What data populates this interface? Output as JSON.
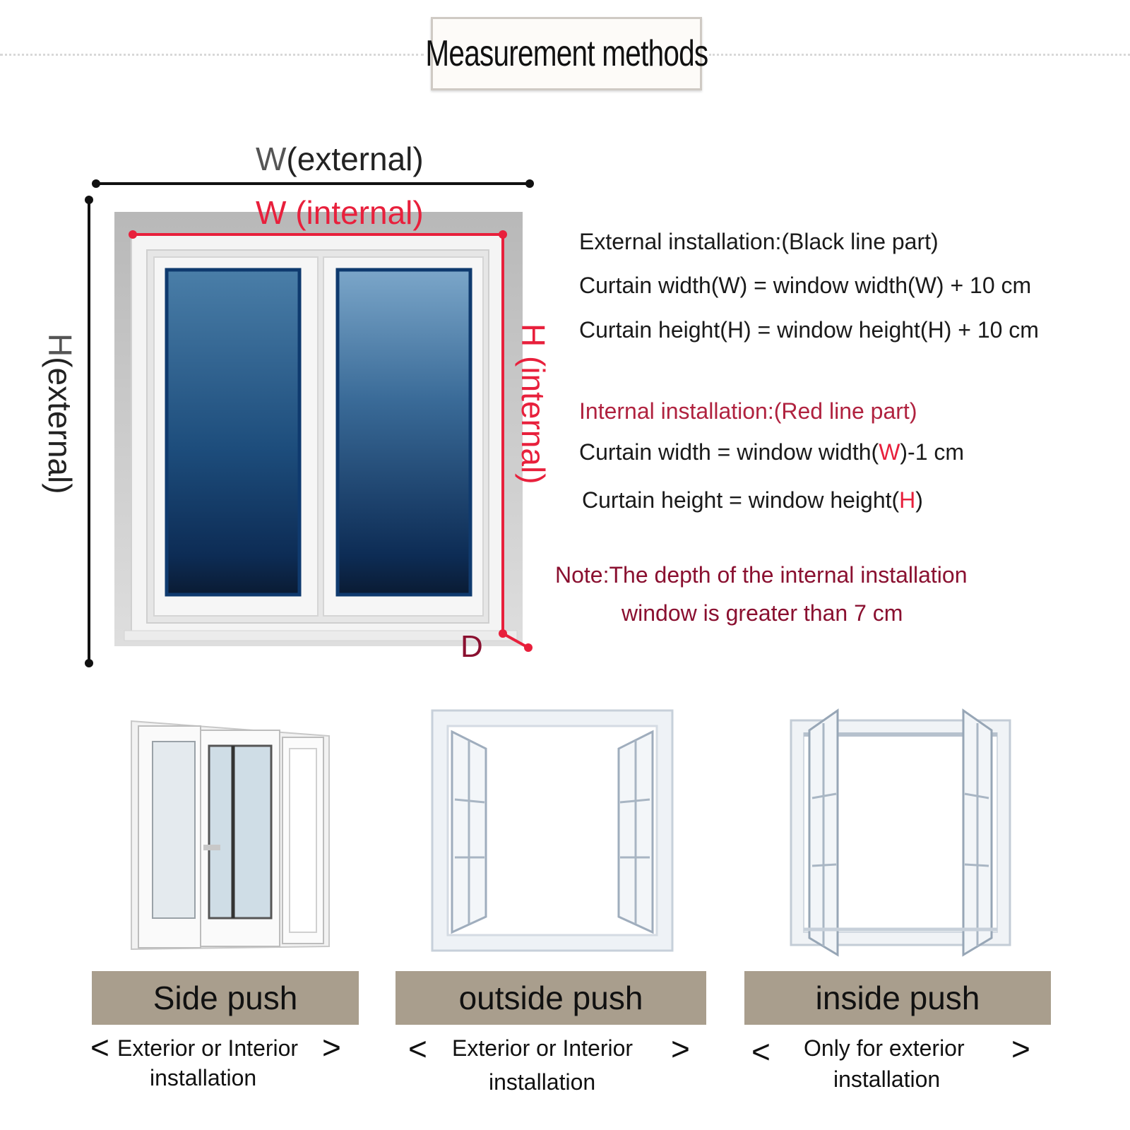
{
  "title": "Measurement methods",
  "diagram": {
    "w_external_prefix": "W",
    "w_external_suffix": "(external)",
    "w_internal": "W (internal)",
    "h_external_prefix": "H",
    "h_external_suffix": "(external)",
    "h_internal": "H (internal)",
    "d_label": "D"
  },
  "external": {
    "heading": "External installation:(Black line part)",
    "width_rule": "Curtain width(W) = window width(W) + 10 cm",
    "height_rule": "Curtain height(H) = window height(H) + 10 cm"
  },
  "internal": {
    "heading": "Internal installation:(Red line part)",
    "width_prefix": "Curtain width = window width(",
    "width_hl": "W",
    "width_suffix": ")-1 cm",
    "height_prefix": "Curtain height = window height(",
    "height_hl": "H",
    "height_suffix": ")"
  },
  "note": {
    "line1": "Note:The depth of the internal installation",
    "line2": "window is greater than 7 cm"
  },
  "types": [
    {
      "label": "Side push",
      "open": "<",
      "close": ">",
      "caption1": "Exterior or Interior",
      "caption2": "installation"
    },
    {
      "label": "outside push",
      "open": "<",
      "close": ">",
      "caption1": "Exterior or Interior",
      "caption2": "installation"
    },
    {
      "label": "inside push",
      "open": "<",
      "close": ">",
      "caption1": "Only for exterior",
      "caption2": "installation"
    }
  ],
  "colors": {
    "red": "#e8203c",
    "dark_red": "#8a1030",
    "tag_bg": "#a99e8d"
  }
}
